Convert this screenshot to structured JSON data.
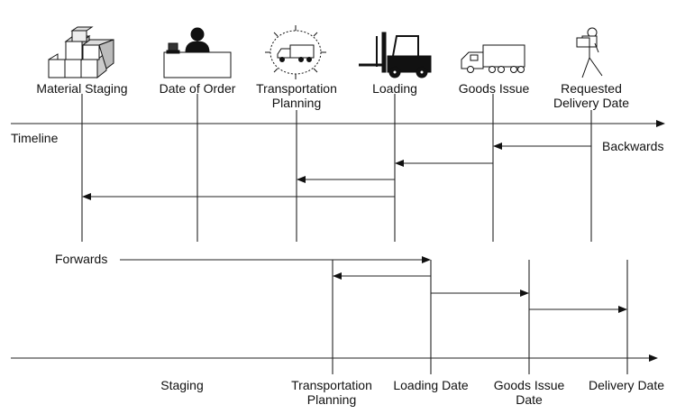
{
  "milestones": [
    {
      "id": "material-staging",
      "label": "Material Staging",
      "icon": "boxes-icon"
    },
    {
      "id": "date-of-order",
      "label": "Date of Order",
      "icon": "desk-clerk-icon"
    },
    {
      "id": "transportation-planning",
      "label": "Transportation\nPlanning",
      "icon": "truck-planning-icon"
    },
    {
      "id": "loading",
      "label": "Loading",
      "icon": "forklift-icon"
    },
    {
      "id": "goods-issue",
      "label": "Goods Issue",
      "icon": "truck-icon"
    },
    {
      "id": "requested-delivery-date",
      "label": "Requested\nDelivery Date",
      "icon": "delivery-person-icon"
    }
  ],
  "timeline_label": "Timeline",
  "backwards_label": "Backwards",
  "forwards_label": "Forwards",
  "bottom_labels": [
    {
      "id": "staging",
      "label": "Staging"
    },
    {
      "id": "transportation-planning",
      "label": "Transportation\nPlanning"
    },
    {
      "id": "loading-date",
      "label": "Loading Date"
    },
    {
      "id": "goods-issue-date",
      "label": "Goods Issue\nDate"
    },
    {
      "id": "delivery-date",
      "label": "Delivery Date"
    }
  ]
}
